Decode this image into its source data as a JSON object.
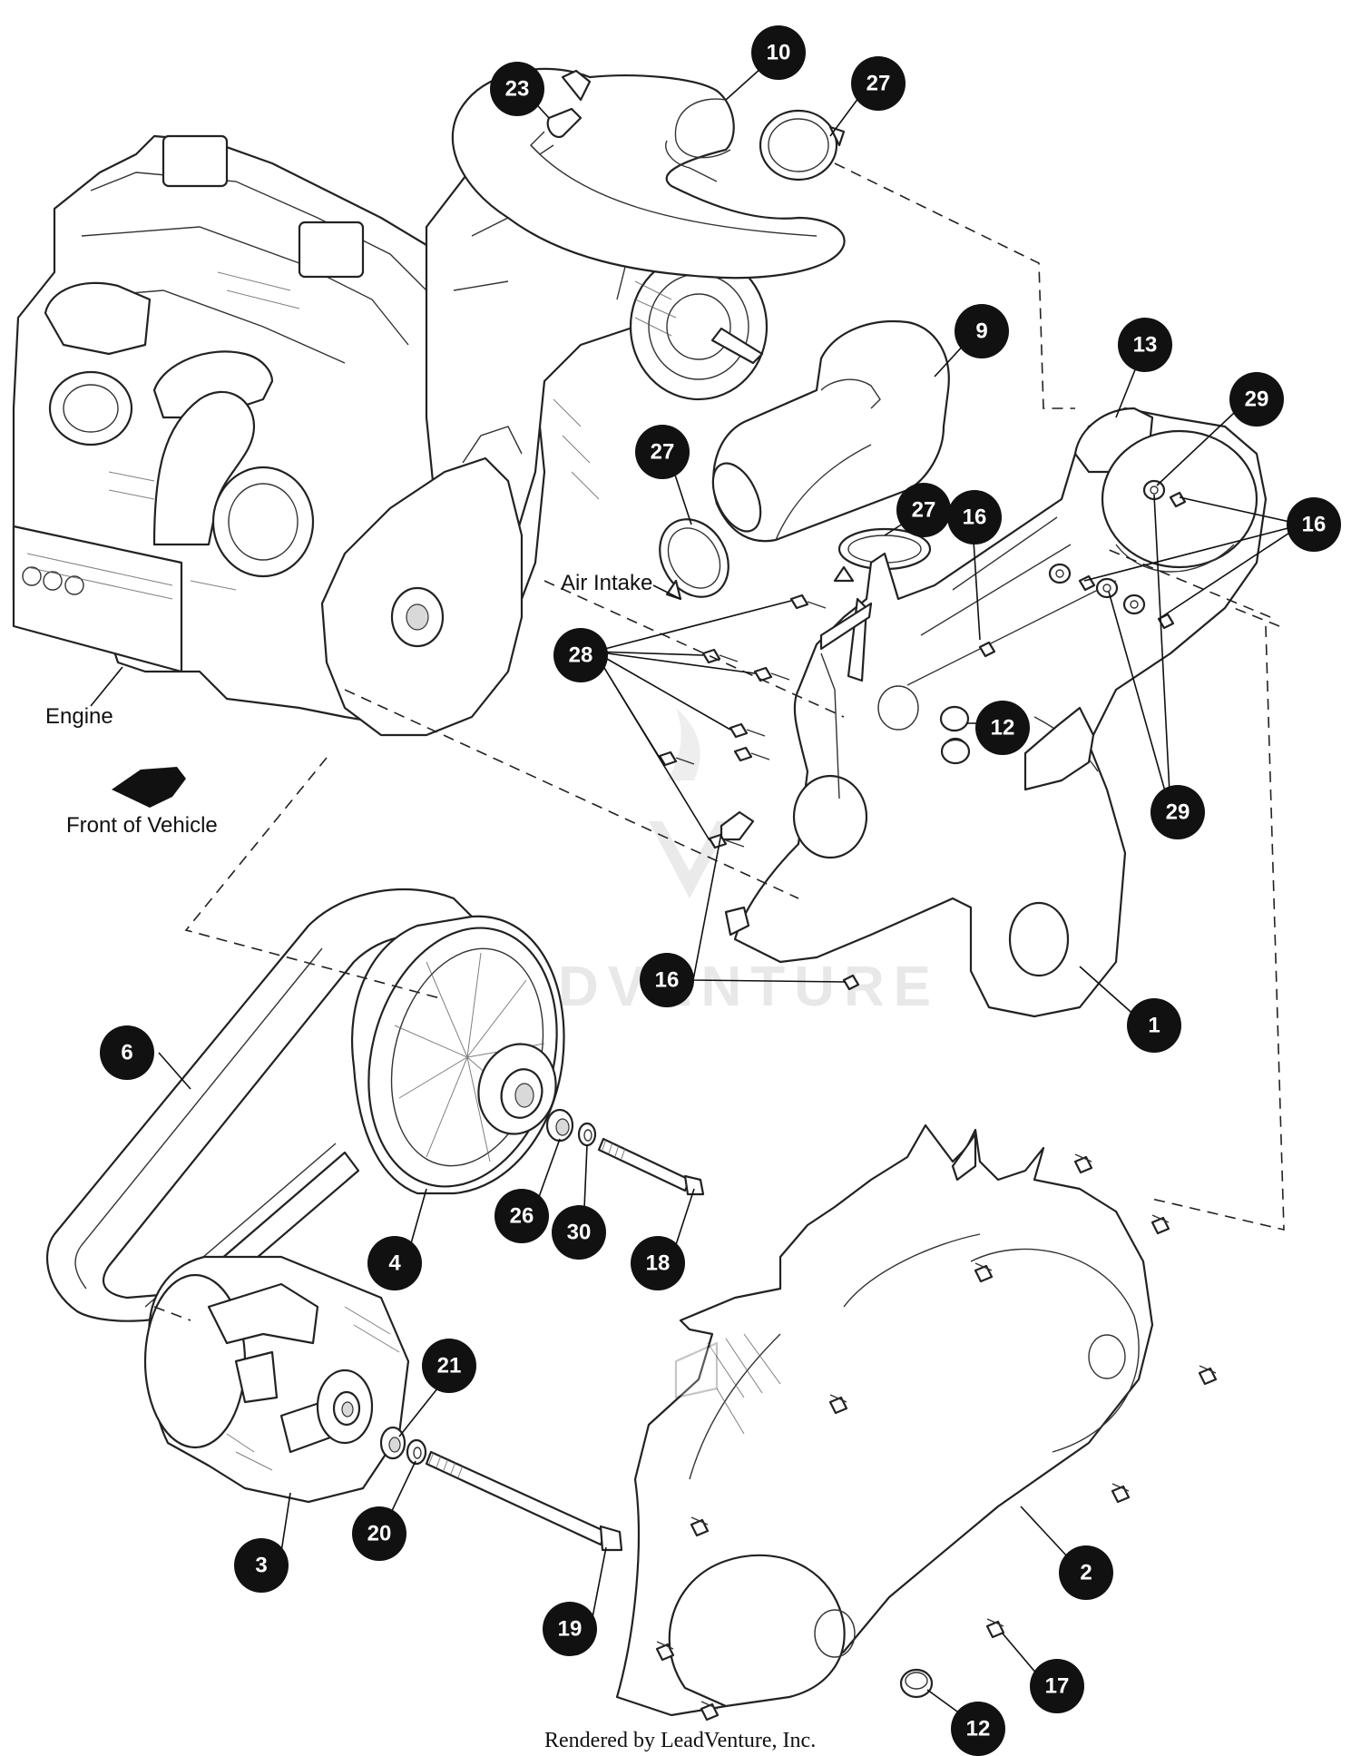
{
  "labels": {
    "air_intake": "Air Intake",
    "engine": "Engine",
    "front_of_vehicle": "Front of Vehicle"
  },
  "watermark": "DVENTURE",
  "footer": "Rendered by LeadVenture, Inc.",
  "callouts": [
    "10",
    "27",
    "23",
    "9",
    "13",
    "29",
    "27",
    "16",
    "16",
    "27",
    "28",
    "12",
    "29",
    "16",
    "1",
    "6",
    "4",
    "26",
    "30",
    "18",
    "21",
    "20",
    "3",
    "2",
    "19",
    "17",
    "12"
  ]
}
